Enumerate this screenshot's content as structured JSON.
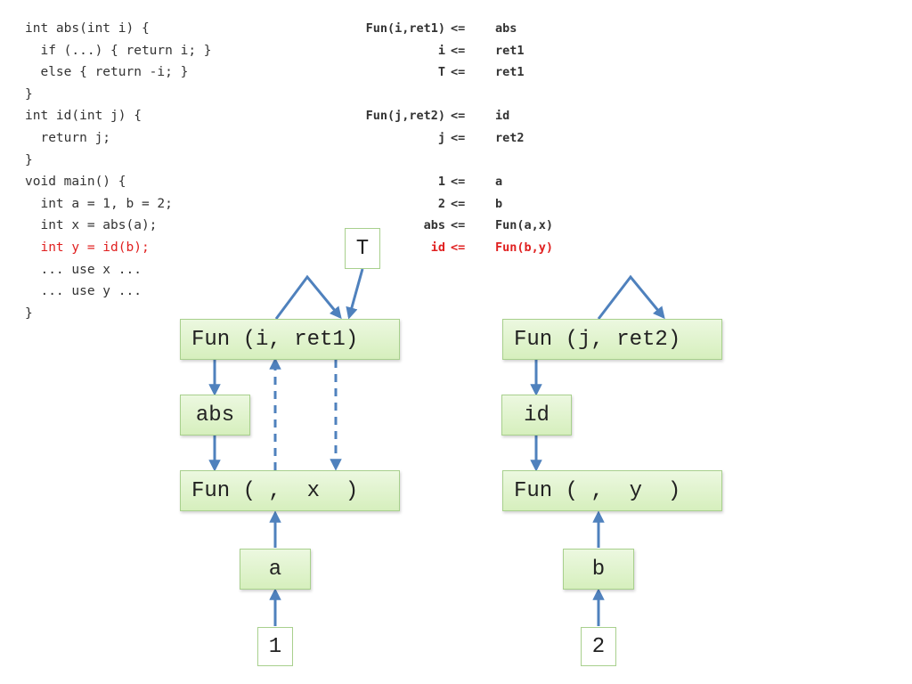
{
  "code_lines": [
    {
      "text": "int abs(int i) {",
      "highlight": false
    },
    {
      "text": "  if (...) { return i; }",
      "highlight": false
    },
    {
      "text": "  else { return -i; }",
      "highlight": false
    },
    {
      "text": "}",
      "highlight": false
    },
    {
      "text": "int id(int j) {",
      "highlight": false
    },
    {
      "text": "  return j;",
      "highlight": false
    },
    {
      "text": "}",
      "highlight": false
    },
    {
      "text": "void main() {",
      "highlight": false
    },
    {
      "text": "  int a = 1, b = 2;",
      "highlight": false
    },
    {
      "text": "  int x = abs(a);",
      "highlight": false
    },
    {
      "text": "  int y = id(b);",
      "highlight": true
    },
    {
      "text": "  ... use x ...",
      "highlight": false
    },
    {
      "text": "  ... use y ...",
      "highlight": false
    },
    {
      "text": "}",
      "highlight": false
    }
  ],
  "constraints": [
    {
      "lhs": "Fun(i,ret1)",
      "op": "<=",
      "rhs": "abs",
      "highlight": false
    },
    {
      "lhs": "i",
      "op": "<=",
      "rhs": "ret1",
      "highlight": false
    },
    {
      "lhs": "T",
      "op": "<=",
      "rhs": "ret1",
      "highlight": false
    },
    {
      "lhs": "",
      "op": "",
      "rhs": "",
      "highlight": false
    },
    {
      "lhs": "Fun(j,ret2)",
      "op": "<=",
      "rhs": "id",
      "highlight": false
    },
    {
      "lhs": "j",
      "op": "<=",
      "rhs": "ret2",
      "highlight": false
    },
    {
      "lhs": "",
      "op": "",
      "rhs": "",
      "highlight": false
    },
    {
      "lhs": "1",
      "op": "<=",
      "rhs": "a",
      "highlight": false
    },
    {
      "lhs": "2",
      "op": "<=",
      "rhs": "b",
      "highlight": false
    },
    {
      "lhs": "abs",
      "op": "<=",
      "rhs": "Fun(a,x)",
      "highlight": false
    },
    {
      "lhs": "id",
      "op": "<=",
      "rhs": "Fun(b,y)",
      "highlight": true
    }
  ],
  "graph": {
    "nodes": {
      "T": "T",
      "fun_i_ret1": "Fun (i, ret1)",
      "abs": "abs",
      "fun_ax": "Fun ( ,  x  )",
      "a": "a",
      "one": "1",
      "fun_j_ret2": "Fun (j, ret2)",
      "id": "id",
      "fun_by": "Fun ( ,  y  )",
      "b": "b",
      "two": "2"
    }
  },
  "colors": {
    "text": "#333333",
    "highlight": "#e02020",
    "node_fill": "#d6efbd",
    "node_border": "#a8d08d",
    "edge": "#4f81bd"
  }
}
